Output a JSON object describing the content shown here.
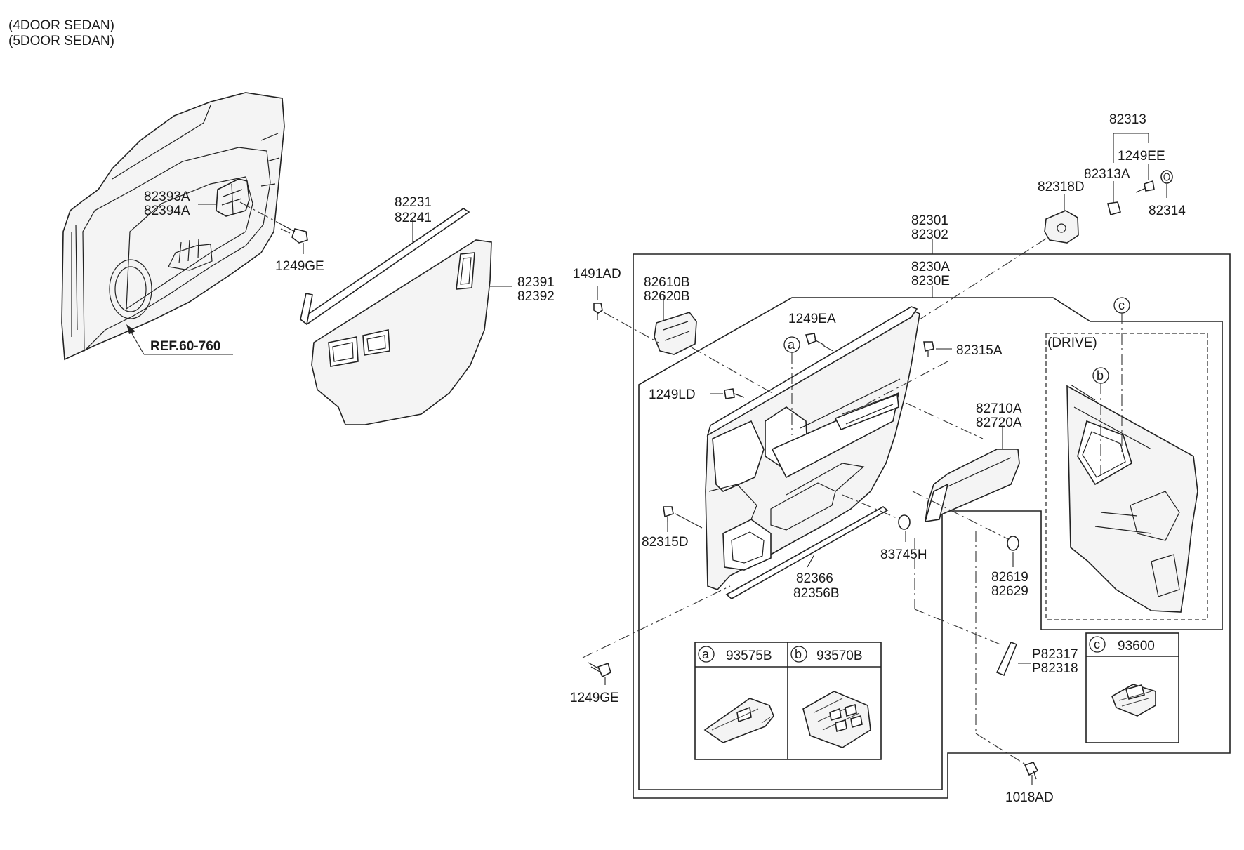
{
  "header": {
    "line1": "(4DOOR SEDAN)",
    "line2": "(5DOOR SEDAN)"
  },
  "reference": "REF.60-760",
  "drive_label": "(DRIVE)",
  "labels": {
    "l_82393A": "82393A",
    "l_82394A": "82394A",
    "l_1249GE_top": "1249GE",
    "l_82231": "82231",
    "l_82241": "82241",
    "l_82391": "82391",
    "l_82392": "82392",
    "l_1491AD": "1491AD",
    "l_82610B": "82610B",
    "l_82620B": "82620B",
    "l_82301": "82301",
    "l_82302": "82302",
    "l_8230A": "8230A",
    "l_8230E": "8230E",
    "l_82313": "82313",
    "l_1249EE": "1249EE",
    "l_82313A": "82313A",
    "l_82318D": "82318D",
    "l_82314": "82314",
    "l_1249EA": "1249EA",
    "l_82315A": "82315A",
    "l_1249LD": "1249LD",
    "l_82710A": "82710A",
    "l_82720A": "82720A",
    "l_82315D": "82315D",
    "l_83745H": "83745H",
    "l_82366": "82366",
    "l_82356B": "82356B",
    "l_82619": "82619",
    "l_82629": "82629",
    "l_P82317": "P82317",
    "l_P82318": "P82318",
    "l_1249GE_bottom": "1249GE",
    "l_1018AD": "1018AD"
  },
  "callouts": {
    "a": "a",
    "b": "b",
    "c": "c"
  },
  "inset_table": {
    "a_code": "93575B",
    "b_code": "93570B",
    "c_code": "93600"
  }
}
